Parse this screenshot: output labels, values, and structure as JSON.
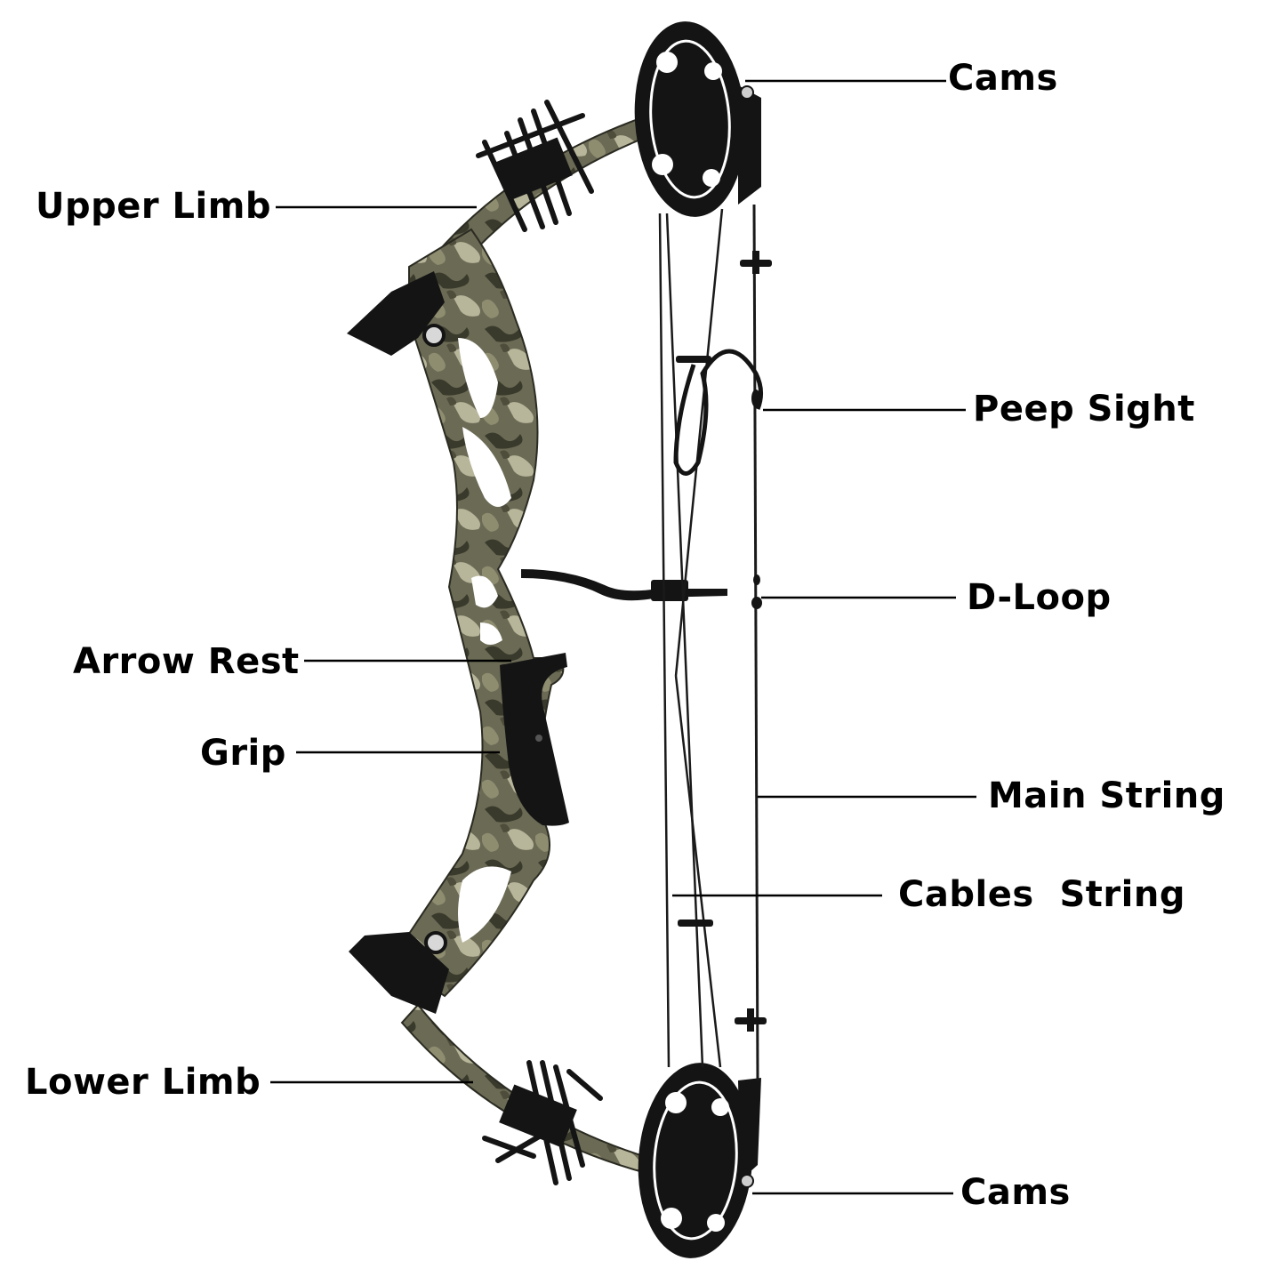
{
  "labels": {
    "cams_top": "Cams",
    "upper_limb": "Upper Limb",
    "peep_sight": "Peep Sight",
    "d_loop": "D-Loop",
    "arrow_rest": "Arrow Rest",
    "grip": "Grip",
    "main_string": "Main String",
    "cables_string": "Cables  String",
    "lower_limb": "Lower Limb",
    "cams_bottom": "Cams"
  },
  "colors": {
    "camo_base": "#6b6a55",
    "camo_dark": "#3a3a2c",
    "camo_light": "#b8b69a",
    "accessory_black": "#141414",
    "string": "#1a1a1a",
    "leader_line": "#000000"
  }
}
